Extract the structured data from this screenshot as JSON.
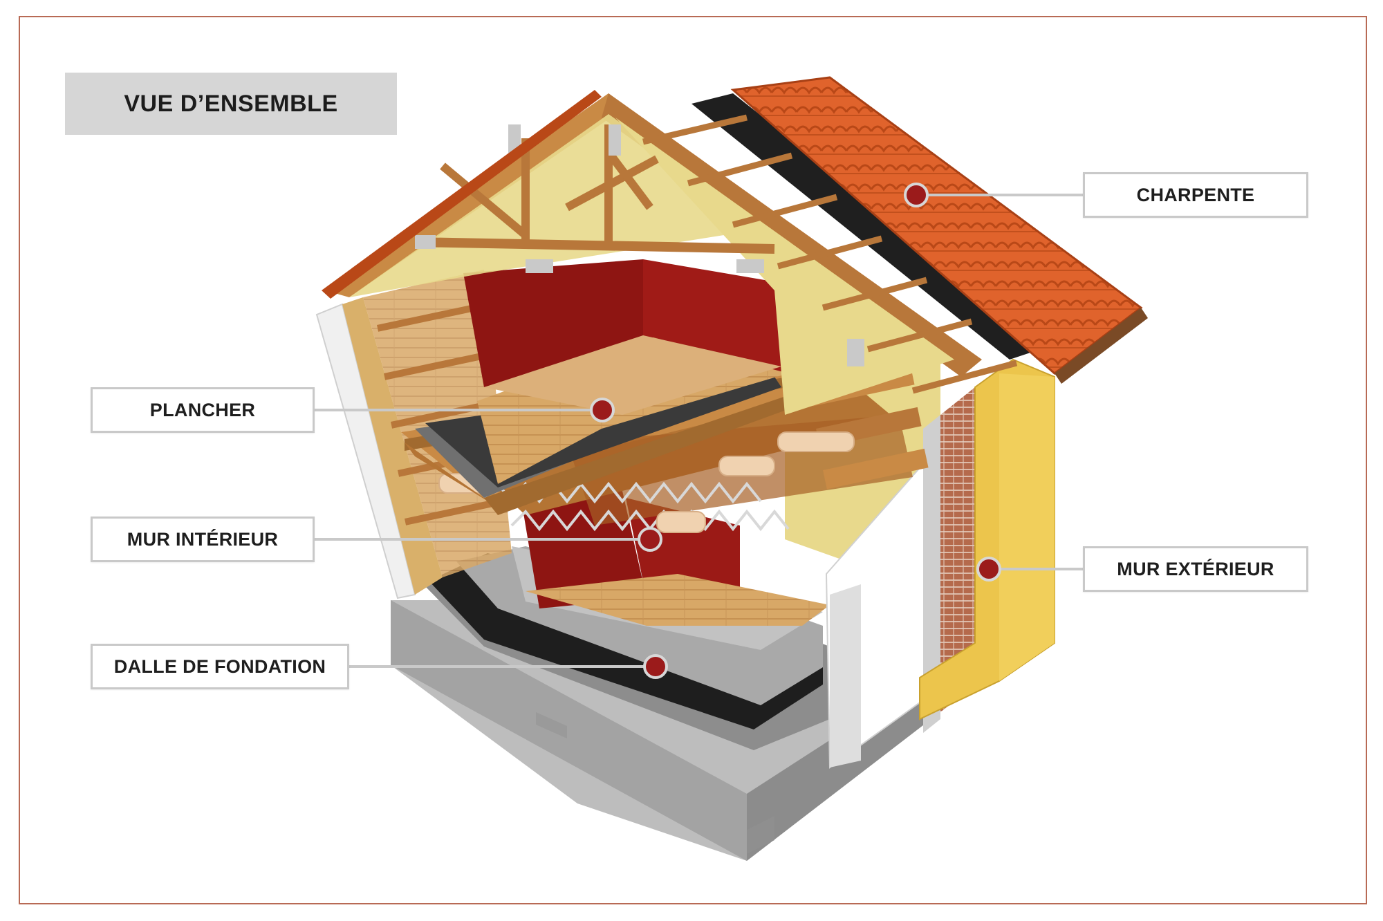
{
  "title": "VUE D’ENSEMBLE",
  "labels": {
    "charpente": "CHARPENTE",
    "plancher": "PLANCHER",
    "mur_interieur": "MUR INTÉRIEUR",
    "mur_exterieur": "MUR EXTÉRIEUR",
    "dalle": "DALLE DE FONDATION"
  },
  "colors": {
    "frame": "#b86a55",
    "marker": "#9b1b1b",
    "leader_line": "#c9c9c9",
    "roof_tiles": "#e0632c",
    "timber": "#c98a45",
    "insulation": "#e8d98c",
    "interior_wall": "#8e1512",
    "render": "#ecc54c",
    "concrete": "#9e9e9e"
  }
}
